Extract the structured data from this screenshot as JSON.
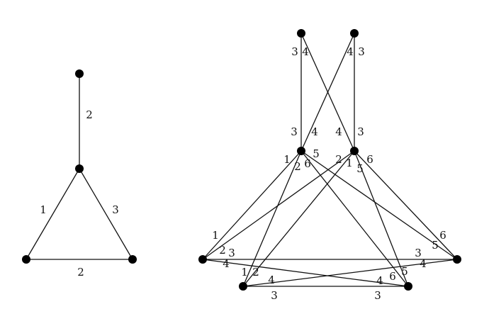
{
  "graphs": [
    {
      "nodes": [
        "a",
        "b",
        "c",
        "d"
      ],
      "edges": [
        {
          "from": "a",
          "to": "b",
          "label": "2"
        },
        {
          "from": "b",
          "to": "c",
          "label": "1"
        },
        {
          "from": "b",
          "to": "d",
          "label": "3"
        },
        {
          "from": "c",
          "to": "d",
          "label": "2"
        }
      ]
    },
    {
      "nodes": [
        "t1",
        "t2",
        "m1",
        "m2",
        "l1",
        "l2",
        "r1",
        "r2"
      ],
      "edges": [
        {
          "from": "t1",
          "to": "m1",
          "end_labels": [
            "3",
            "3"
          ]
        },
        {
          "from": "t1",
          "to": "m2",
          "end_labels": [
            "4",
            "4"
          ]
        },
        {
          "from": "t2",
          "to": "m1",
          "end_labels": [
            "4",
            "4"
          ]
        },
        {
          "from": "t2",
          "to": "m2",
          "end_labels": [
            "3",
            "3"
          ]
        },
        {
          "from": "m1",
          "to": "l1",
          "end_labels": [
            "1",
            "1"
          ]
        },
        {
          "from": "m1",
          "to": "l2",
          "end_labels": [
            "2",
            "2"
          ]
        },
        {
          "from": "m1",
          "to": "r1",
          "end_labels": [
            "5",
            "5"
          ]
        },
        {
          "from": "m1",
          "to": "r2",
          "end_labels": [
            "6",
            "6"
          ]
        },
        {
          "from": "m2",
          "to": "l1",
          "end_labels": [
            "2",
            "2"
          ]
        },
        {
          "from": "m2",
          "to": "l2",
          "end_labels": [
            "1",
            "1"
          ]
        },
        {
          "from": "m2",
          "to": "r1",
          "end_labels": [
            "6",
            "6"
          ]
        },
        {
          "from": "m2",
          "to": "r2",
          "end_labels": [
            "5",
            "5"
          ]
        },
        {
          "from": "l1",
          "to": "r1",
          "end_labels": [
            "3",
            "3"
          ]
        },
        {
          "from": "l1",
          "to": "r2",
          "end_labels": [
            "4",
            "4"
          ]
        },
        {
          "from": "l2",
          "to": "r1",
          "end_labels": [
            "4",
            "4"
          ]
        },
        {
          "from": "l2",
          "to": "r2",
          "end_labels": [
            "3",
            "3"
          ]
        }
      ],
      "bottom_labels": [
        "3",
        "3"
      ]
    }
  ]
}
